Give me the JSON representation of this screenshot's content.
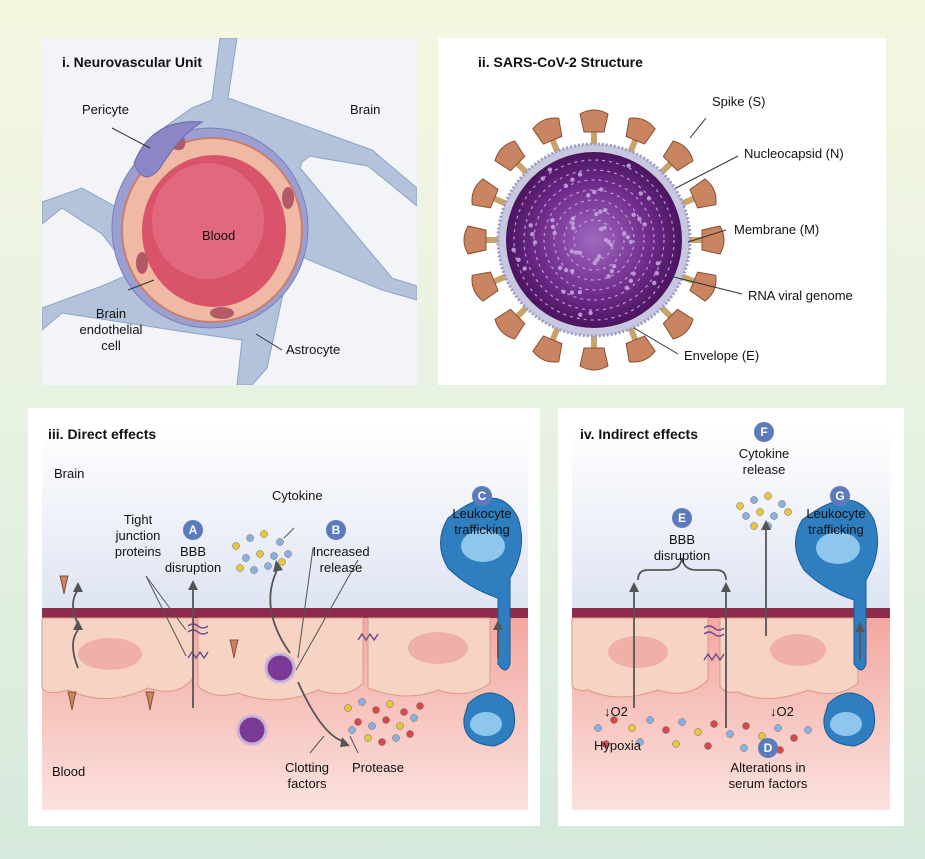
{
  "panel1": {
    "title": "i. Neurovascular Unit",
    "labels": {
      "pericyte": "Pericyte",
      "brain": "Brain",
      "blood": "Blood",
      "endo1": "Brain",
      "endo2": "endothelial",
      "endo3": "cell",
      "astrocyte": "Astrocyte"
    }
  },
  "panel2": {
    "title": "ii. SARS-CoV-2 Structure",
    "labels": {
      "spike": "Spike (S)",
      "nucleocapsid": "Nucleocapsid (N)",
      "membrane": "Membrane (M)",
      "rna": "RNA viral genome",
      "envelope": "Envelope (E)"
    }
  },
  "panel3": {
    "title": "iii. Direct effects",
    "labels": {
      "brain": "Brain",
      "blood": "Blood",
      "tight1": "Tight",
      "tight2": "junction",
      "tight3": "proteins",
      "bbb1": "BBB",
      "bbb2": "disruption",
      "cytokine": "Cytokine",
      "inc1": "Increased",
      "inc2": "release",
      "leuk1": "Leukocyte",
      "leuk2": "trafficking",
      "clot1": "Clotting",
      "clot2": "factors",
      "protease": "Protease"
    },
    "badges": {
      "a": "A",
      "b": "B",
      "c": "C"
    }
  },
  "panel4": {
    "title": "iv. Indirect effects",
    "labels": {
      "cyto1": "Cytokine",
      "cyto2": "release",
      "bbb1": "BBB",
      "bbb2": "disruption",
      "leuk1": "Leukocyte",
      "leuk2": "trafficking",
      "o2a": "↓O2",
      "o2b": "↓O2",
      "hypoxia": "Hypoxia",
      "alt1": "Alterations in",
      "alt2": "serum factors"
    },
    "badges": {
      "d": "D",
      "e": "E",
      "f": "F",
      "g": "G"
    }
  },
  "colors": {
    "badge": "#5c7bbd",
    "membrane": "#8e2a4c",
    "cell": "#f6d3c2",
    "virus": "#5e1f73",
    "spike": "#c98462"
  }
}
